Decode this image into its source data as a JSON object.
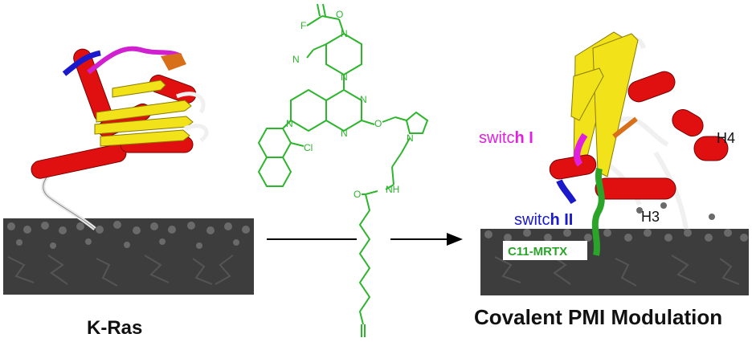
{
  "left_panel": {
    "caption": "K-Ras"
  },
  "center_panel": {
    "atom_labels": {
      "fluorine": "F",
      "oxygen_carbonyl": "O",
      "nitrogen_piperazine_top": "N",
      "nitrogen_piperazine_bottom": "N",
      "nitrile": "N",
      "pyrimidine_n1": "N",
      "pyrimidine_n2": "N",
      "tetrahydro_n": "N",
      "ether_oxygen": "O",
      "pyrrolidine_n": "N",
      "amide_nh": "NH",
      "amide_oxygen": "O",
      "chlorine": "Cl"
    },
    "colors": {
      "molecule": "#2db52d",
      "arrow": "#000000"
    }
  },
  "right_panel": {
    "caption": "Covalent PMI Modulation",
    "labels": {
      "switch1_prefix": "switc",
      "switch1_suffix": "h I",
      "switch2_prefix": "switc",
      "switch2_suffix": "h II",
      "h3": "H3",
      "h4": "H4",
      "ligand": "C11-MRTX"
    },
    "colors": {
      "switch1": "#e020e0",
      "switch2": "#1a1acc",
      "ligand": "#2aa52a",
      "helix": "#e01010",
      "sheet": "#f2e21a",
      "membrane": "#3a3a3a"
    }
  }
}
